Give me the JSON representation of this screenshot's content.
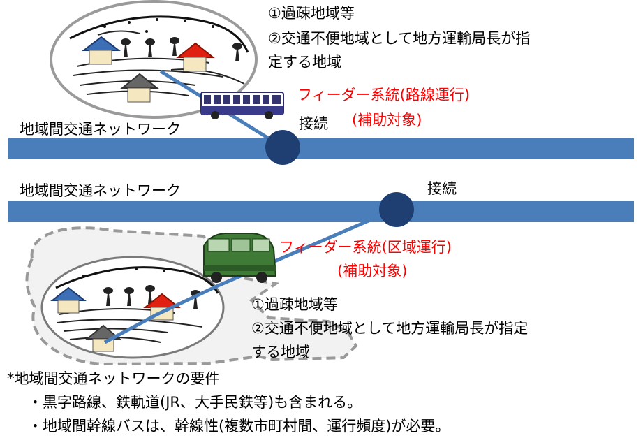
{
  "colors": {
    "network_line": "#4a7ebb",
    "node": "#1f3f73",
    "connector": "#4a7ebb",
    "highlight_text": "#ff0000",
    "region_border": "#999999",
    "region_fill": "#f2f2f2"
  },
  "icons": [
    "house-blue-icon",
    "house-red-icon",
    "house-gray-icon",
    "tree-icon",
    "bus-icon",
    "van-icon"
  ],
  "top_section": {
    "area_label_1": "①過疎地域等",
    "area_label_2a": "②交通不便地域として地方運輸局長が指",
    "area_label_2b": "定する地域",
    "feeder_label": "フィーダー系統(路線運行)",
    "subsidy_label": "(補助対象)",
    "connection_label": "接続",
    "network_label": "地域間交通ネットワーク"
  },
  "bottom_section": {
    "network_label": "地域間交通ネットワーク",
    "connection_label": "接続",
    "feeder_label": "フィーダー系統(区域運行)",
    "subsidy_label": "(補助対象)",
    "area_label_1": "①過疎地域等",
    "area_label_2a": "②交通不便地域として地方運輸局長が指定",
    "area_label_2b": "する地域"
  },
  "notes": {
    "heading": "*地域間交通ネットワークの要件",
    "items": [
      "・黒字路線、鉄軌道(JR、大手民鉄等)も含まれる。",
      "・地域間幹線バスは、幹線性(複数市町村間、運行頻度)が必要。"
    ]
  }
}
